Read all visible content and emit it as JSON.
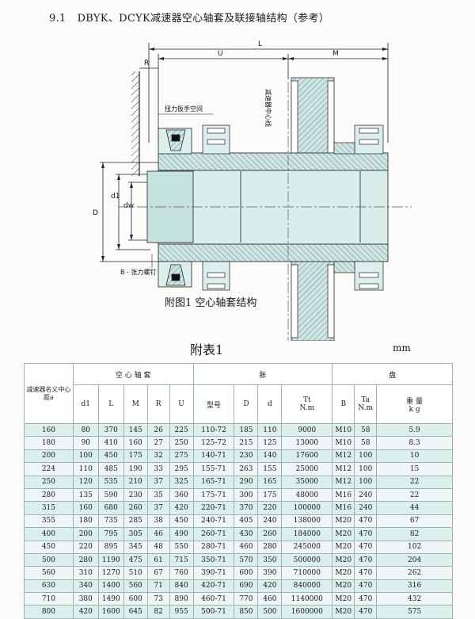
{
  "heading": {
    "number": "9.1",
    "title": "DBYK、DCYK减速器空心轴套及联接轴结构（参考）"
  },
  "drawing": {
    "dims": {
      "L": "L",
      "U": "U",
      "M": "M",
      "R": "R",
      "D": "D",
      "d1": "d1",
      "dw": "dw"
    },
    "labels": {
      "wrench_space": "扭力扳手空间",
      "centerline": "减速器中心线",
      "bolt": "B - 张力螺钉"
    }
  },
  "figure_caption": "附图1  空心轴套结构",
  "table": {
    "title": "附表1",
    "unit": "mm",
    "header": {
      "reducer": "减速器名义中心距a",
      "sleeve_group": "空  心  轴  套",
      "expansion_group": "胀",
      "disk_group": "盘",
      "d1": "d1",
      "L": "L",
      "M": "M",
      "R": "R",
      "U": "U",
      "model": "型号",
      "D": "D",
      "d": "d",
      "Tt": "Tt\nN.m",
      "B": "B",
      "Ta": "Ta\nN.m",
      "weight": "重  量\nk g"
    },
    "rows": [
      [
        "160",
        "80",
        "370",
        "145",
        "26",
        "225",
        "110-72",
        "185",
        "110",
        "9000",
        "M10",
        "58",
        "5.9"
      ],
      [
        "180",
        "90",
        "410",
        "160",
        "27",
        "250",
        "125-72",
        "215",
        "125",
        "13000",
        "M10",
        "58",
        "8.3"
      ],
      [
        "200",
        "100",
        "450",
        "175",
        "32",
        "275",
        "140-71",
        "230",
        "140",
        "17600",
        "M12",
        "100",
        "10"
      ],
      [
        "224",
        "110",
        "485",
        "190",
        "33",
        "295",
        "155-71",
        "263",
        "155",
        "25000",
        "M12",
        "100",
        "15"
      ],
      [
        "250",
        "120",
        "535",
        "210",
        "37",
        "325",
        "165-71",
        "290",
        "165",
        "35000",
        "M12",
        "100",
        "22"
      ],
      [
        "280",
        "135",
        "590",
        "230",
        "35",
        "360",
        "175-71",
        "300",
        "175",
        "48000",
        "M16",
        "240",
        "22"
      ],
      [
        "315",
        "160",
        "680",
        "260",
        "37",
        "420",
        "220-71",
        "370",
        "220",
        "100000",
        "M16",
        "240",
        "44"
      ],
      [
        "355",
        "180",
        "735",
        "285",
        "38",
        "450",
        "240-71",
        "405",
        "240",
        "138000",
        "M20",
        "470",
        "67"
      ],
      [
        "400",
        "200",
        "795",
        "305",
        "46",
        "490",
        "260-71",
        "430",
        "260",
        "184000",
        "M20",
        "470",
        "82"
      ],
      [
        "450",
        "220",
        "895",
        "345",
        "48",
        "550",
        "280-71",
        "460",
        "280",
        "245000",
        "M20",
        "470",
        "102"
      ],
      [
        "500",
        "280",
        "1190",
        "475",
        "61",
        "715",
        "350-71",
        "570",
        "350",
        "500000",
        "M20",
        "470",
        "204"
      ],
      [
        "560",
        "310",
        "1270",
        "510",
        "67",
        "760",
        "390-71",
        "600",
        "390",
        "710000",
        "M20",
        "470",
        "262"
      ],
      [
        "630",
        "340",
        "1400",
        "560",
        "71",
        "840",
        "420-71",
        "690",
        "420",
        "840000",
        "M20",
        "470",
        "316"
      ],
      [
        "710",
        "380",
        "1490",
        "600",
        "73",
        "890",
        "460-71",
        "770",
        "460",
        "1140000",
        "M20",
        "470",
        "432"
      ],
      [
        "800",
        "420",
        "1600",
        "645",
        "82",
        "955",
        "500-71",
        "850",
        "500",
        "1600000",
        "M20",
        "470",
        "575"
      ]
    ]
  }
}
